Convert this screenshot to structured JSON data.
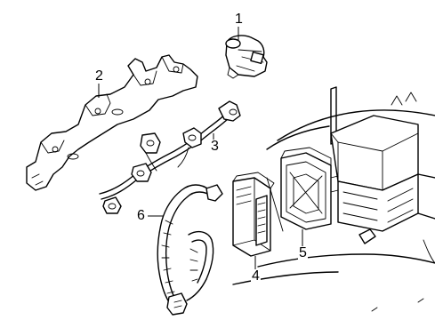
{
  "diagram": {
    "callouts": [
      {
        "id": "1",
        "text": "1",
        "part": "ignition-coil"
      },
      {
        "id": "2",
        "text": "2",
        "part": "coil-bracket"
      },
      {
        "id": "3",
        "text": "3",
        "part": "spark-plug-wire-harness"
      },
      {
        "id": "4",
        "text": "4",
        "part": "engine-control-module"
      },
      {
        "id": "5",
        "text": "5",
        "part": "module-bracket"
      },
      {
        "id": "6",
        "text": "6",
        "part": "wiring-harness"
      }
    ]
  }
}
